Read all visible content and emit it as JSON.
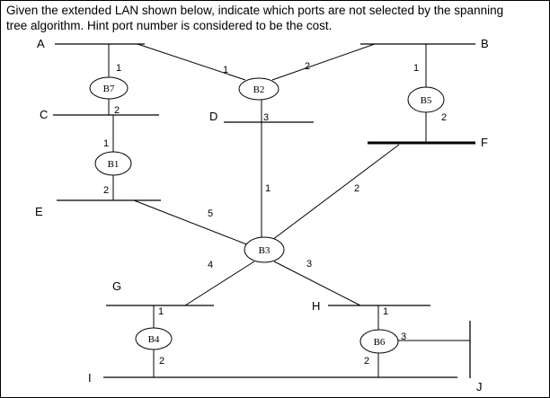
{
  "question": {
    "line1": "Given the extended LAN shown below, indicate which ports are not selected by the spanning",
    "line2": "tree algorithm. Hint port number is considered to be the cost."
  },
  "lans": {
    "A": "A",
    "B": "B",
    "C": "C",
    "D": "D",
    "E": "E",
    "F": "F",
    "G": "G",
    "H": "H",
    "I": "I",
    "J": "J"
  },
  "bridges": {
    "B1": "B1",
    "B2": "B2",
    "B3": "B3",
    "B4": "B4",
    "B5": "B5",
    "B6": "B6",
    "B7": "B7"
  },
  "ports": {
    "b7_A": "1",
    "b7_C": "2",
    "b1_C": "1",
    "b1_E": "2",
    "b2_A": "1",
    "b2_B": "2",
    "b2_D": "3",
    "b5_B": "1",
    "b5_F": "2",
    "b3_B2": "1",
    "b3_F": "2",
    "b3_H": "3",
    "b3_G": "4",
    "b3_E": "5",
    "b4_G": "1",
    "b4_I": "2",
    "b6_H": "1",
    "b6_I": "2",
    "b6_J": "3"
  }
}
